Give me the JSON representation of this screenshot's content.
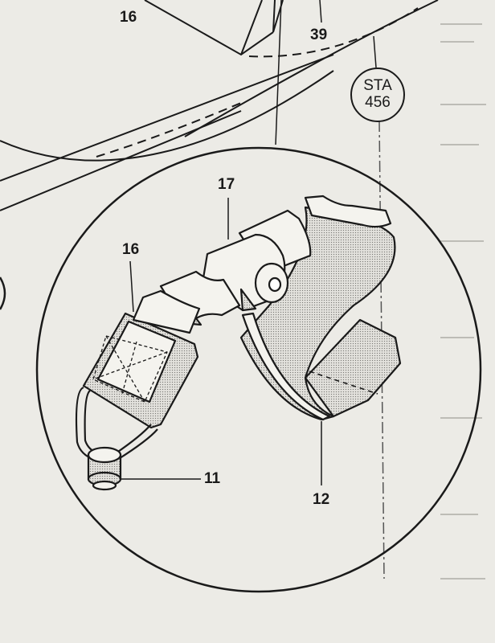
{
  "callouts": {
    "c16_top": "16",
    "c39": "39",
    "c17": "17",
    "c16_detail": "16",
    "c11": "11",
    "c12": "12"
  },
  "station": {
    "line1": "STA",
    "line2": "456"
  },
  "colors": {
    "paper": "#ecebe6",
    "ink": "#1a1a1a",
    "shade": "#c9c9c4"
  }
}
